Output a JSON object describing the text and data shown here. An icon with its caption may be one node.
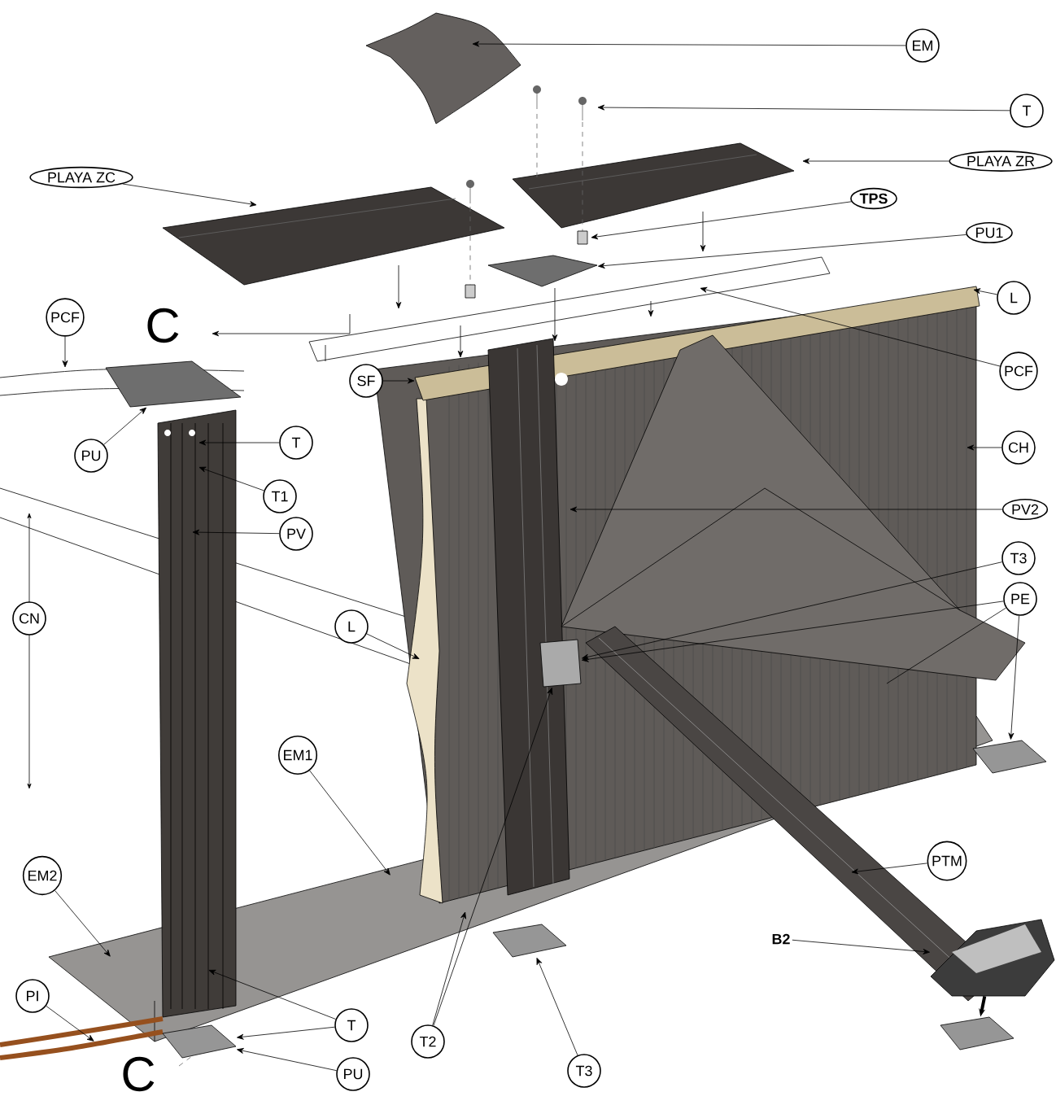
{
  "diagram": {
    "nodes": [
      {
        "text": [
          "EM"
        ]
      },
      {
        "text": [
          "T"
        ]
      },
      {
        "text": [
          "PLAYA ZC"
        ]
      },
      {
        "text": [
          "PLAYA ZR"
        ]
      },
      {
        "text": [
          "TPS"
        ]
      },
      {
        "text": [
          "PU1"
        ]
      },
      {
        "text": [
          "L"
        ]
      },
      {
        "text": [
          "PCF"
        ]
      },
      {
        "text": [
          "SF"
        ]
      },
      {
        "text": [
          "PCF"
        ]
      },
      {
        "text": [
          "PU"
        ]
      },
      {
        "text": [
          "T"
        ]
      },
      {
        "text": [
          "T1"
        ]
      },
      {
        "text": [
          "PV"
        ]
      },
      {
        "text": [
          "CH"
        ]
      },
      {
        "text": [
          "PV2"
        ]
      },
      {
        "text": [
          "L"
        ]
      },
      {
        "text": [
          "T3"
        ]
      },
      {
        "text": [
          "PE"
        ]
      },
      {
        "text": [
          "CN"
        ]
      },
      {
        "text": [
          "EM1"
        ]
      },
      {
        "text": [
          "EM2"
        ]
      },
      {
        "text": [
          "PTM"
        ]
      },
      {
        "text": [
          "B2"
        ]
      },
      {
        "text": [
          "PI"
        ]
      },
      {
        "text": [
          "T"
        ]
      },
      {
        "text": [
          "PU"
        ]
      },
      {
        "text": [
          "T2"
        ]
      },
      {
        "text": [
          "T3"
        ]
      },
      {
        "text": [],
        "shape": "box"
      },
      {
        "text": [],
        "shape": "box"
      },
      {
        "text": [],
        "shape": "box"
      },
      {
        "text": [],
        "shape": "box"
      },
      {
        "text": [],
        "shape": "box"
      },
      {
        "text": [],
        "shape": "box"
      },
      {
        "text": [],
        "shape": "box"
      },
      {
        "text": [],
        "shape": "picture"
      }
    ],
    "edges": [
      {
        "from": 0,
        "to": null,
        "arrow": "to"
      },
      {
        "from": 1,
        "to": null,
        "arrow": "to"
      },
      {
        "from": 2,
        "to": null,
        "arrow": "to"
      },
      {
        "from": 3,
        "to": null,
        "arrow": "to"
      },
      {
        "from": 4,
        "to": null,
        "arrow": "to"
      },
      {
        "from": 5,
        "to": 30,
        "arrow": "to"
      },
      {
        "from": 6,
        "to": null,
        "arrow": "to"
      },
      {
        "from": 7,
        "to": null,
        "arrow": "to"
      },
      {
        "from": 8,
        "to": null,
        "arrow": "to"
      },
      {
        "from": 9,
        "to": null,
        "arrow": "to"
      },
      {
        "from": 10,
        "to": 29,
        "arrow": "to"
      },
      {
        "from": 11,
        "to": null,
        "arrow": "to"
      },
      {
        "from": 12,
        "to": null,
        "arrow": "to"
      },
      {
        "from": 13,
        "to": null,
        "arrow": "to"
      },
      {
        "from": 14,
        "to": null,
        "arrow": "to"
      },
      {
        "from": 15,
        "to": null,
        "arrow": "to"
      },
      {
        "from": 16,
        "to": null,
        "arrow": "to"
      },
      {
        "from": 17,
        "to": 31,
        "arrow": "to"
      },
      {
        "from": 18,
        "to": 31,
        "arrow": "to"
      },
      {
        "from": 18,
        "to": null,
        "arrow": "none"
      },
      {
        "from": 18,
        "to": 34,
        "arrow": "to"
      },
      {
        "from": 20,
        "to": null,
        "arrow": "to"
      },
      {
        "from": 21,
        "to": null,
        "arrow": "to"
      },
      {
        "from": 22,
        "to": null,
        "arrow": "to"
      },
      {
        "from": 23,
        "to": 36,
        "arrow": "to"
      },
      {
        "from": 24,
        "to": null,
        "arrow": "to"
      },
      {
        "from": 25,
        "to": null,
        "arrow": "to"
      },
      {
        "from": 25,
        "to": 32,
        "arrow": "to"
      },
      {
        "from": 26,
        "to": 32,
        "arrow": "to"
      },
      {
        "from": 27,
        "to": null,
        "arrow": "to"
      },
      {
        "from": 27,
        "to": 31,
        "arrow": "to"
      },
      {
        "from": 28,
        "to": 33,
        "arrow": "to"
      },
      {
        "from": 36,
        "to": 35,
        "arrow": "to",
        "style": "thick"
      }
    ],
    "labels": [
      "C",
      "C"
    ]
  }
}
